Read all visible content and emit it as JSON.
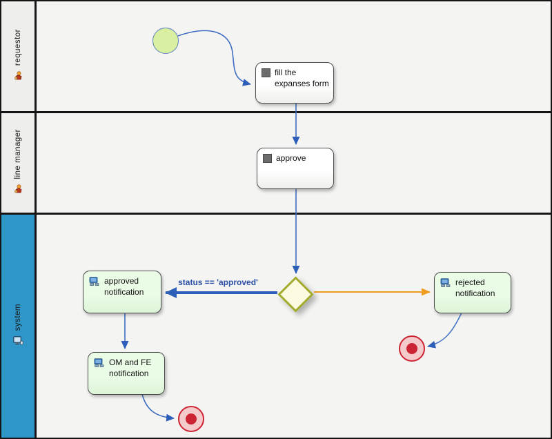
{
  "diagram": {
    "type": "bpmn-swimlane-workflow"
  },
  "lanes": [
    {
      "label": "requestor",
      "icon": "person-icon"
    },
    {
      "label": "line manager",
      "icon": "person-icon"
    },
    {
      "label": "system",
      "icon": "computer-icon"
    }
  ],
  "nodes": {
    "start_event": {
      "type": "start-event"
    },
    "fill_form": {
      "label": "fill the expanses form",
      "type": "task"
    },
    "approve": {
      "label": "approve",
      "type": "task"
    },
    "gateway": {
      "type": "exclusive-gateway"
    },
    "approved_notification": {
      "label": "approved notification",
      "type": "service-task"
    },
    "om_fe_notification": {
      "label": "OM and FE notification",
      "type": "service-task"
    },
    "rejected_notification": {
      "label": "rejected notification",
      "type": "service-task"
    },
    "end_event_rejected": {
      "type": "end-event"
    },
    "end_event_approved": {
      "type": "end-event"
    }
  },
  "edges": {
    "approved_condition_label": "status == 'approved'"
  },
  "colors": {
    "lane_header_gray": "#eeeeec",
    "lane_header_blue": "#2e96c8",
    "flow_blue": "#3e6cc0",
    "flow_blue_thick": "#2d5eb8",
    "flow_orange": "#f09c20",
    "start_fill": "#d9f0a2",
    "end_fill": "#f4caca",
    "end_border": "#cc2433",
    "gateway_fill": "#fcfbe2",
    "gateway_border": "#a2ab2c",
    "service_task_fill": "#eafbe6"
  }
}
